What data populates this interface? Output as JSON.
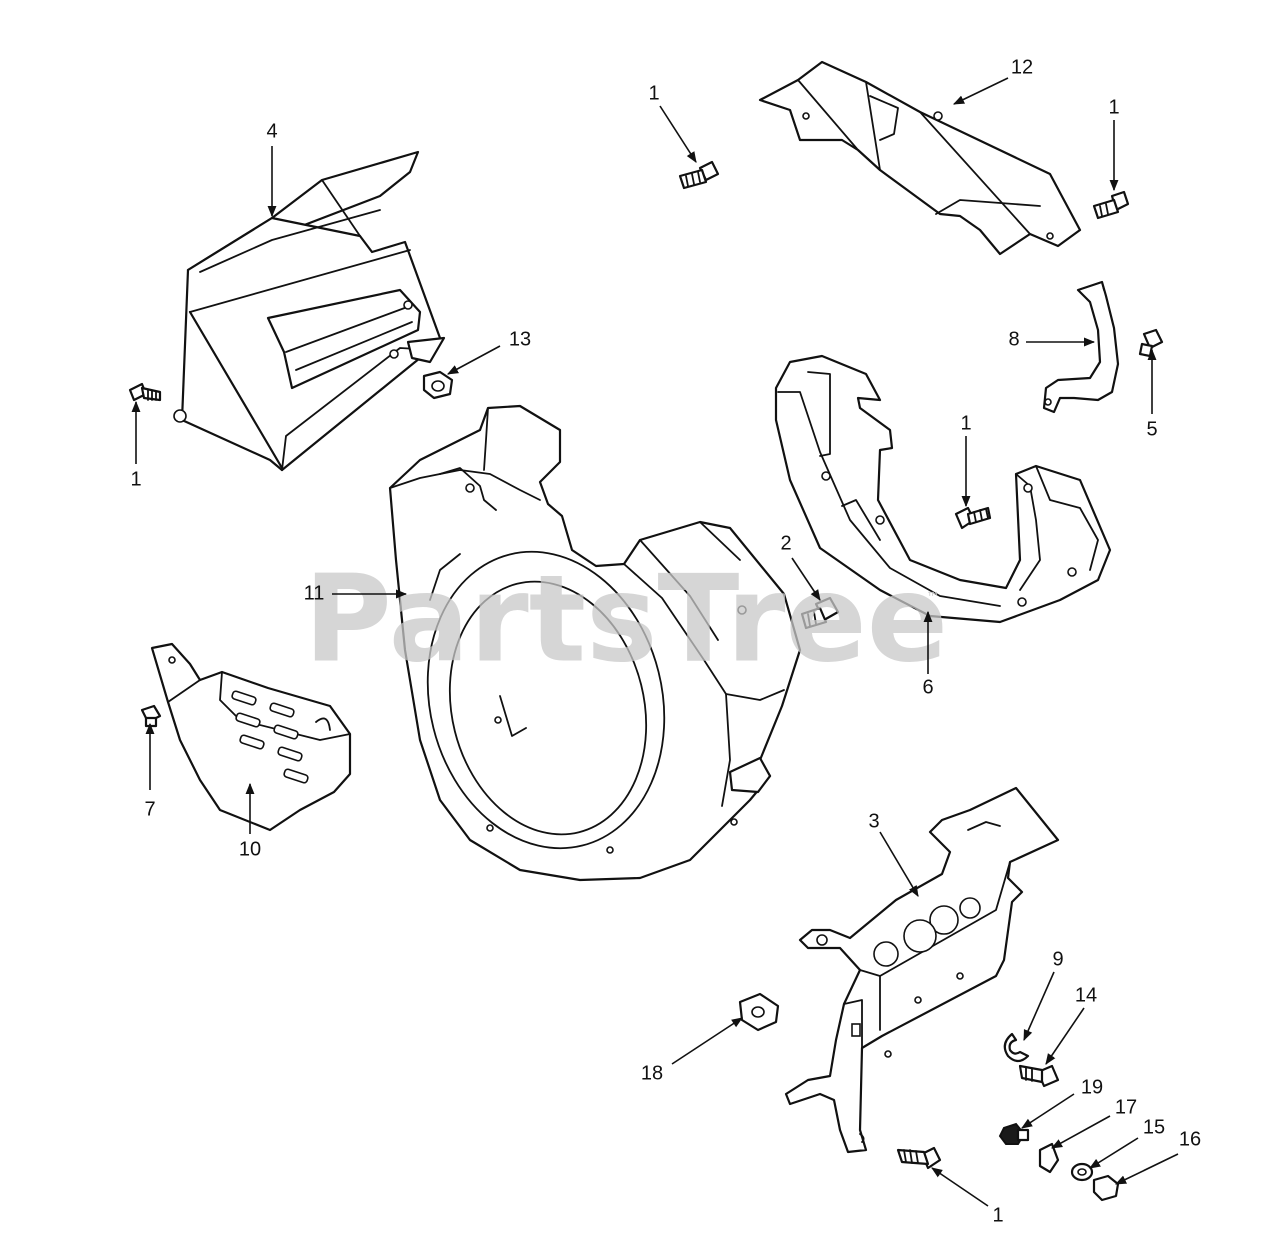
{
  "watermark": {
    "text": "PartsTree",
    "trademark": "™"
  },
  "callouts": [
    {
      "id": "c1a",
      "label": "1"
    },
    {
      "id": "c1b",
      "label": "1"
    },
    {
      "id": "c1c",
      "label": "1"
    },
    {
      "id": "c1d",
      "label": "1"
    },
    {
      "id": "c1e",
      "label": "1"
    },
    {
      "id": "c2",
      "label": "2"
    },
    {
      "id": "c3",
      "label": "3"
    },
    {
      "id": "c4",
      "label": "4"
    },
    {
      "id": "c5",
      "label": "5"
    },
    {
      "id": "c6",
      "label": "6"
    },
    {
      "id": "c7",
      "label": "7"
    },
    {
      "id": "c8",
      "label": "8"
    },
    {
      "id": "c9",
      "label": "9"
    },
    {
      "id": "c10",
      "label": "10"
    },
    {
      "id": "c11",
      "label": "11"
    },
    {
      "id": "c12",
      "label": "12"
    },
    {
      "id": "c13",
      "label": "13"
    },
    {
      "id": "c14",
      "label": "14"
    },
    {
      "id": "c15",
      "label": "15"
    },
    {
      "id": "c16",
      "label": "16"
    },
    {
      "id": "c17",
      "label": "17"
    },
    {
      "id": "c18",
      "label": "18"
    },
    {
      "id": "c19",
      "label": "19"
    }
  ]
}
